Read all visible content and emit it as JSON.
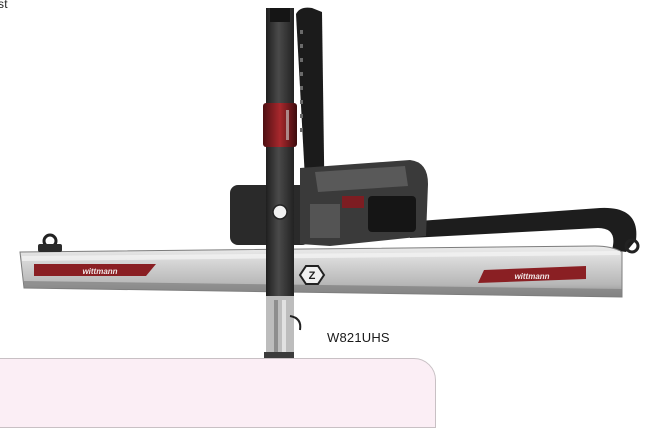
{
  "corner_text": "st",
  "model_caption": "W821UHS",
  "beam_logo_left": "wittmann",
  "beam_logo_right": "wittmann",
  "axis_badge": "Z",
  "colors": {
    "background": "#ffffff",
    "beam_silver": "#c9c9c9",
    "stripe_red": "#8a1f23",
    "mast_dark": "#2d2d2d",
    "panel_pink": "#fbeef5"
  }
}
